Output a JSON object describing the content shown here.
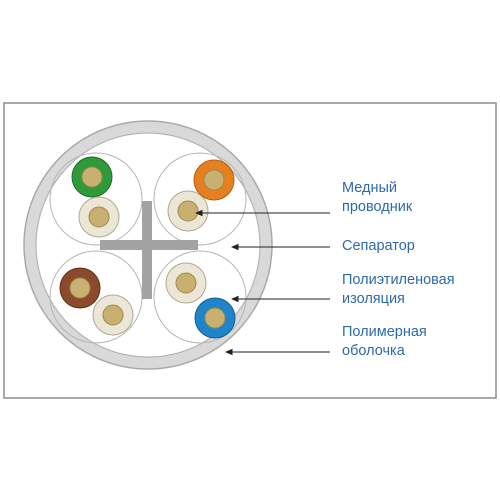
{
  "labels": {
    "copper_conductor": [
      "Медный",
      "проводник"
    ],
    "separator": [
      "Сепаратор"
    ],
    "polyethylene_insulation": [
      "Полиэтиленовая",
      "изоляция"
    ],
    "polymer_jacket": [
      "Полимерная",
      "оболочка"
    ]
  },
  "colors": {
    "frame": "#8c8c8c",
    "jacket_fill": "#d9d9d9",
    "core_fill": "#ffffff",
    "separator": "#9e9e9e",
    "copper": "#c8b070",
    "white_insulation": "#ece6d6",
    "green": "#2e9a3a",
    "orange": "#e67f1e",
    "brown": "#8b4a2b",
    "blue": "#1f85c9",
    "label_text": "#2e6aa8",
    "arrow": "#222222"
  },
  "wire_pairs": [
    "green",
    "orange",
    "brown",
    "blue"
  ]
}
